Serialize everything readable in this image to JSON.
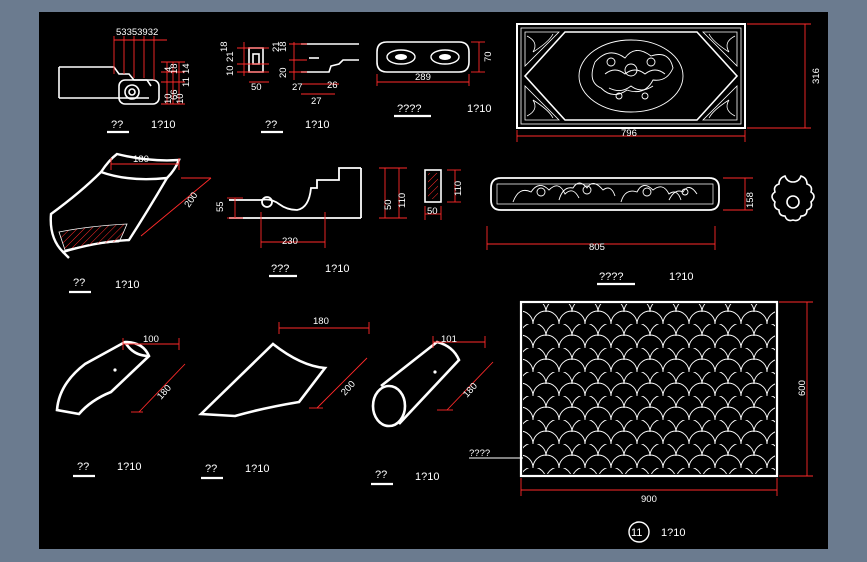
{
  "colors": {
    "frame": "#6b7b8f",
    "canvas": "#000000",
    "line": "#ffffff",
    "dim": "#ff2a2a",
    "underline": "#ffffff"
  },
  "details": [
    {
      "id": "cornice",
      "label": "??",
      "scale": "1?10",
      "dims": {
        "top": "53353932",
        "d1": "4",
        "d2": "18",
        "d3": "10",
        "d4": "66",
        "d5": "10",
        "d6": "11",
        "d7": "14"
      }
    },
    {
      "id": "brick-profile",
      "label": "??",
      "scale": "1?10",
      "dims": {
        "a": "18",
        "b": "21",
        "c": "10",
        "d": "50",
        "e": "21",
        "f": "18",
        "g": "20",
        "h": "27",
        "i": "26",
        "j": "27"
      }
    },
    {
      "id": "small-panel",
      "label": "????",
      "scale": "1?10",
      "dims": {
        "w": "289",
        "h": "70"
      }
    },
    {
      "id": "big-panel",
      "dims": {
        "w": "796",
        "h": "316"
      }
    },
    {
      "id": "ridge-tile",
      "label": "??",
      "scale": "1?10",
      "dims": {
        "w": "180",
        "d": "200"
      }
    },
    {
      "id": "cornice-section",
      "label": "???",
      "scale": "1?10",
      "dims": {
        "h": "55",
        "w": "230",
        "h2": "50",
        "h3": "110",
        "bw": "50",
        "bh": "110"
      }
    },
    {
      "id": "flower-panel",
      "label": "????",
      "scale": "1?10",
      "dims": {
        "w": "805",
        "h": "158"
      }
    },
    {
      "id": "half-tile",
      "label": "??",
      "scale": "1?10",
      "dims": {
        "w": "100",
        "d": "180"
      }
    },
    {
      "id": "flat-tile",
      "label": "??",
      "scale": "1?10",
      "dims": {
        "w": "180",
        "d": "200"
      }
    },
    {
      "id": "round-tile",
      "label": "??",
      "scale": "1?10",
      "dims": {
        "w": "101",
        "d": "180"
      }
    },
    {
      "id": "fish-scale",
      "label": "????",
      "dims": {
        "w": "900",
        "h": "600"
      }
    }
  ],
  "sheet": {
    "number": "11",
    "scale": "1?10"
  }
}
